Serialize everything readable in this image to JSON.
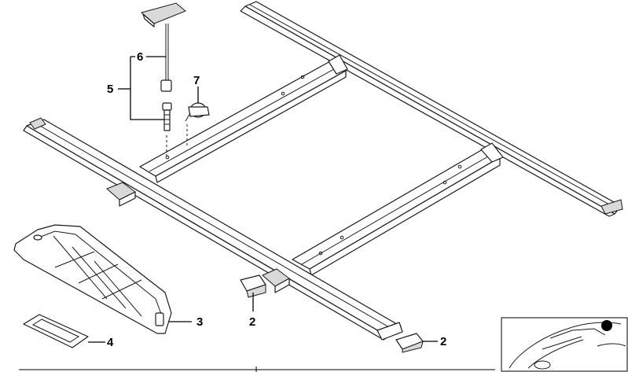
{
  "callouts": {
    "p2a": "2",
    "p2b": "2",
    "p3": "3",
    "p4": "4",
    "p5": "5",
    "p6": "6",
    "p7": "7"
  }
}
